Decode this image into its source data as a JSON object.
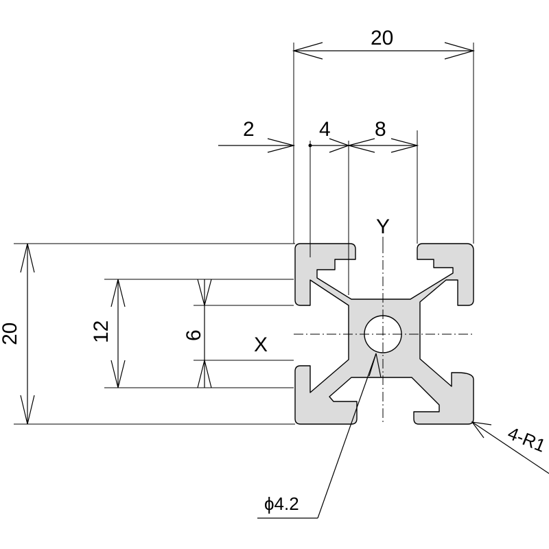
{
  "dimensions": {
    "overall_width": "20",
    "overall_height": "20",
    "edge_offset": "2",
    "lip_width": "4",
    "slot_opening": "8",
    "slot_depth_outer": "12",
    "slot_depth_inner": "6"
  },
  "axes": {
    "x_label": "X",
    "y_label": "Y"
  },
  "callouts": {
    "bore_diameter": "ϕ4.2",
    "corner_radius": "4-R1"
  }
}
